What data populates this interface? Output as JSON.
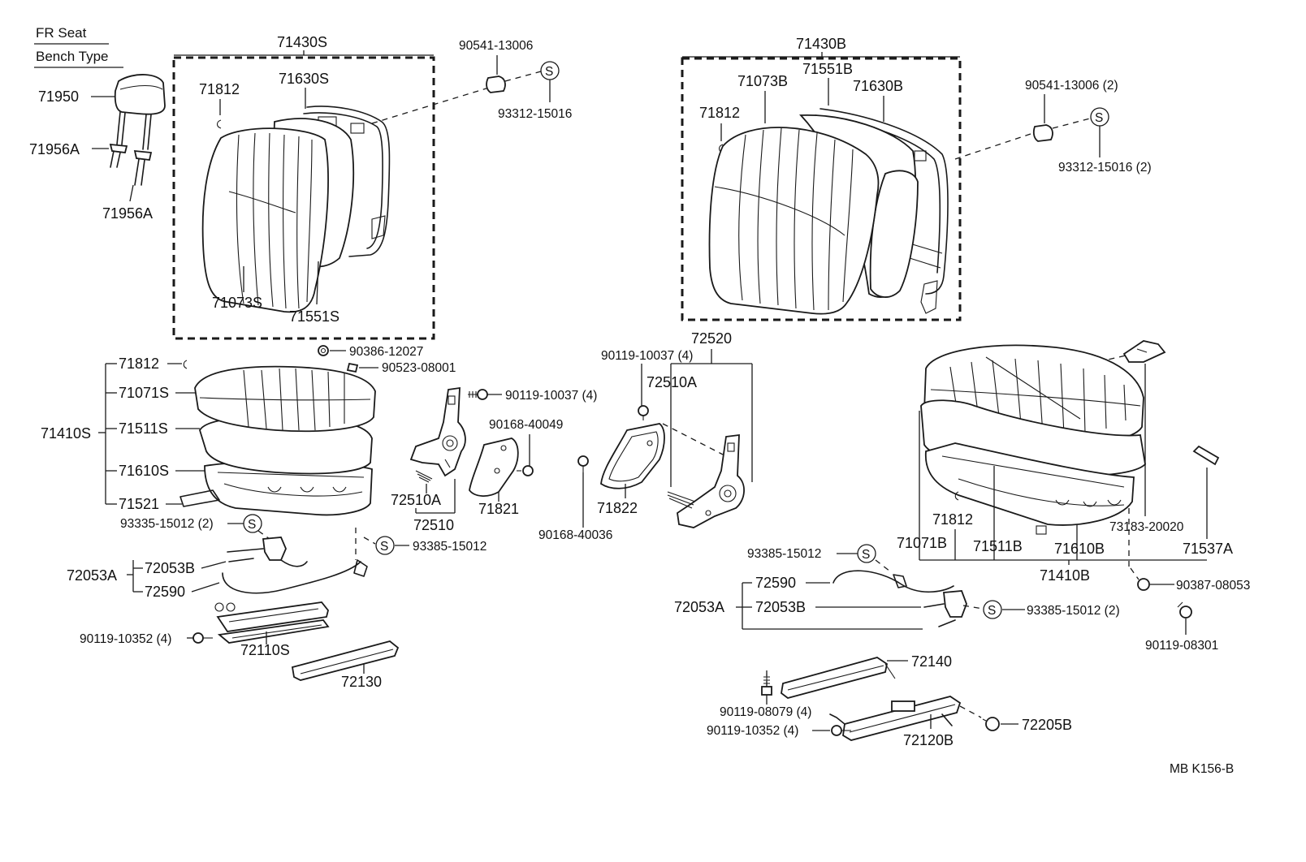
{
  "header": {
    "title": "FR  Seat",
    "subtitle": "Bench Type"
  },
  "code": "MB  K156-B",
  "labels": {
    "l71950": "71950",
    "l71956a_top": "71956A",
    "l71956a_bot": "71956A",
    "l71430s": "71430S",
    "l71812_s": "71812",
    "l71630s": "71630S",
    "l71073s": "71073S",
    "l71551s": "71551S",
    "l90541_s": "90541-13006",
    "l93312_s": "93312-15016",
    "l71812_cush": "71812",
    "l71071s": "71071S",
    "l71410s": "71410S",
    "l71511s": "71511S",
    "l71610s": "71610S",
    "l71521": "71521",
    "l90386": "90386-12027",
    "l90523": "90523-08001",
    "l90119_10037_a": "90119-10037 (4)",
    "l90168_40049": "90168-40049",
    "l72510a_a": "72510A",
    "l72510": "72510",
    "l71821": "71821",
    "l93335": "93335-15012 (2)",
    "l93385_a": "93385-15012",
    "l72053a_l": "72053A",
    "l72053b_l": "72053B",
    "l72590_l": "72590",
    "l90119_10352_l": "90119-10352 (4)",
    "l72110s": "72110S",
    "l72130": "72130",
    "l71430b": "71430B",
    "l71551b": "71551B",
    "l71073b": "71073B",
    "l71630b": "71630B",
    "l71812_b": "71812",
    "l90541_b": "90541-13006 (2)",
    "l93312_b": "93312-15016 (2)",
    "l72520": "72520",
    "l90119_10037_b": "90119-10037 (4)",
    "l72510a_b": "72510A",
    "l90168_40036": "90168-40036",
    "l71822": "71822",
    "l71812_c": "71812",
    "l71071b": "71071B",
    "l71511b": "71511B",
    "l71610b": "71610B",
    "l73183": "73183-20020",
    "l71537a": "71537A",
    "l71410b": "71410B",
    "l93385_b": "93385-15012",
    "l72590_r": "72590",
    "l72053a_r": "72053A",
    "l72053b_r": "72053B",
    "l93385_c": "93385-15012 (2)",
    "l90387": "90387-08053",
    "l90119_08301": "90119-08301",
    "l72140": "72140",
    "l90119_08079": "90119-08079 (4)",
    "l90119_10352_r": "90119-10352 (4)",
    "l72120b": "72120B",
    "l72205b": "72205B"
  },
  "symbol_s": "S"
}
